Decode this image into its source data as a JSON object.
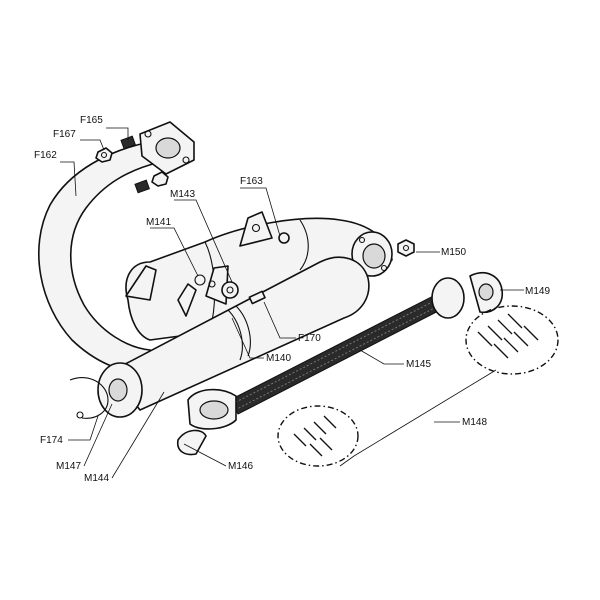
{
  "labels": {
    "F165": "F165",
    "F167": "F167",
    "F162": "F162",
    "F163": "F163",
    "M143": "M143",
    "M141": "M141",
    "M150": "M150",
    "M149": "M149",
    "F170": "F170",
    "M140": "M140",
    "M145": "M145",
    "M148": "M148",
    "F174": "F174",
    "M147": "M147",
    "M144": "M144",
    "M146": "M146"
  }
}
